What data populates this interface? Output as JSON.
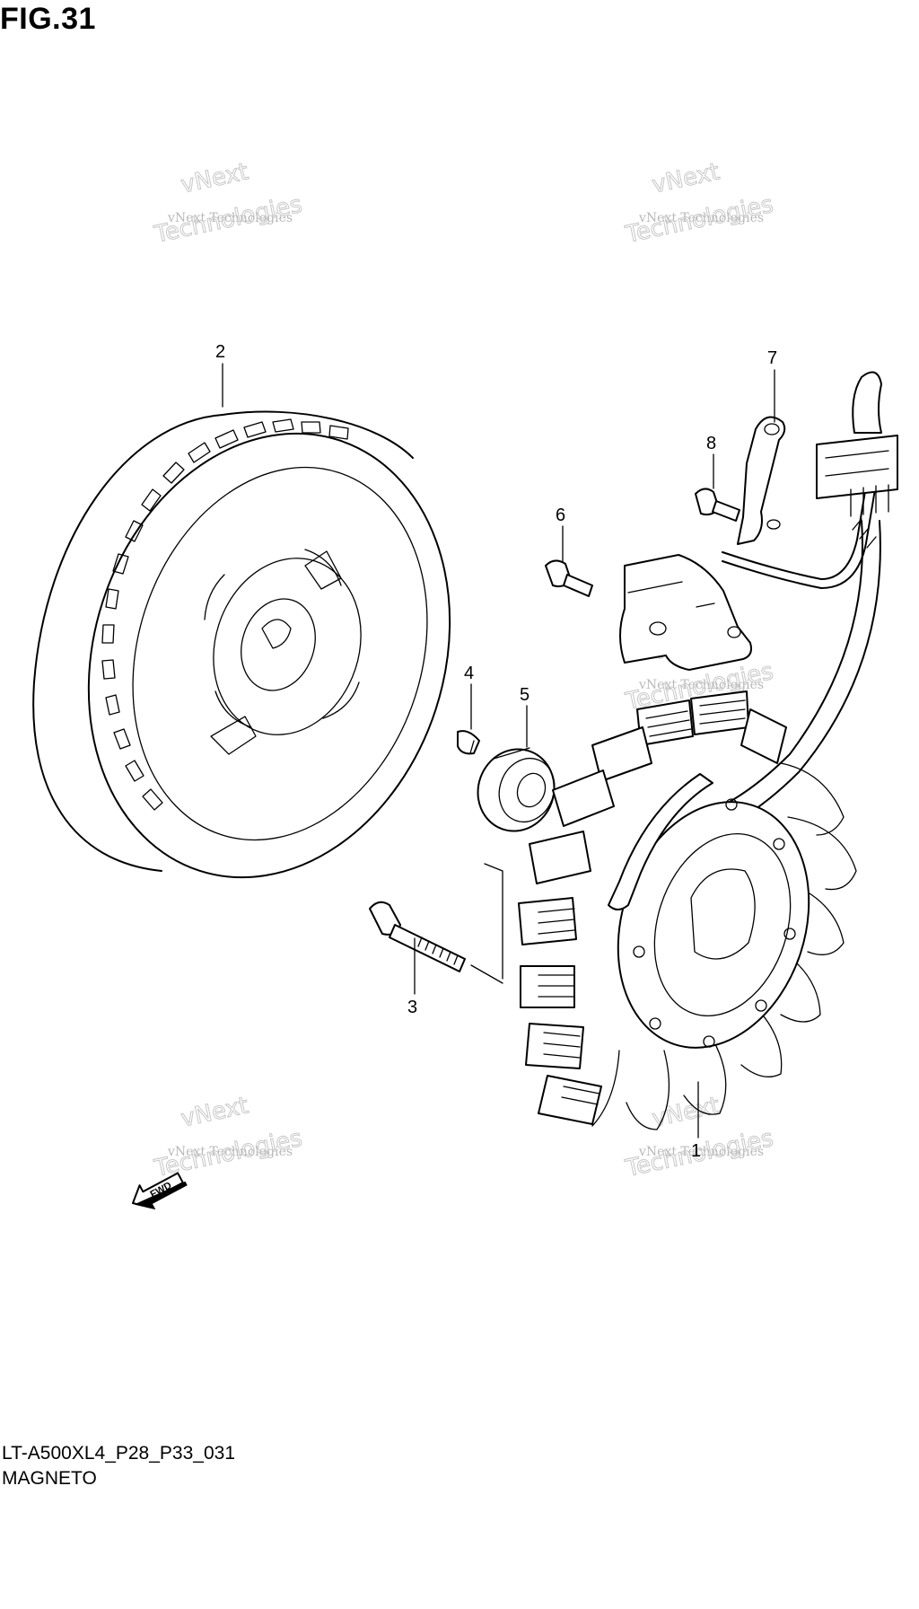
{
  "figure": {
    "title": "FIG.31",
    "model_code": "LT-A500XL4_P28_P33_031",
    "section_name": "MAGNETO"
  },
  "callouts": [
    {
      "id": "1",
      "label": "1"
    },
    {
      "id": "2",
      "label": "2"
    },
    {
      "id": "3",
      "label": "3"
    },
    {
      "id": "4",
      "label": "4"
    },
    {
      "id": "5",
      "label": "5"
    },
    {
      "id": "6",
      "label": "6"
    },
    {
      "id": "7",
      "label": "7"
    },
    {
      "id": "8",
      "label": "8"
    }
  ],
  "direction_arrow": {
    "label": "FWD"
  },
  "watermark": {
    "line1": "vNext",
    "line2": "vNext Technologies",
    "line3": "Technologies"
  }
}
